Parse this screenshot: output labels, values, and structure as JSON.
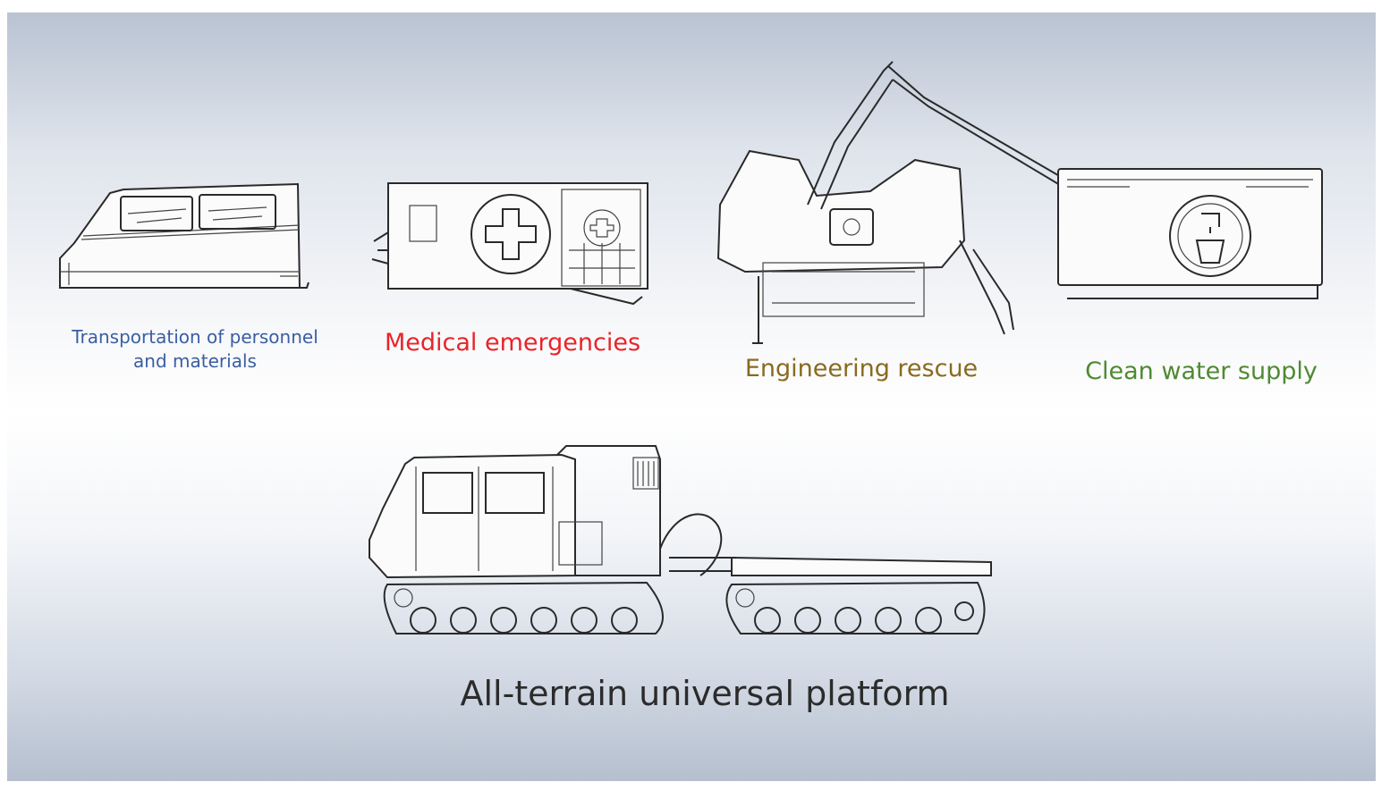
{
  "modules": {
    "transport": {
      "label": "Transportation of personnel\nand materials",
      "color": "#3a5ea3"
    },
    "medical": {
      "label": "Medical emergencies",
      "color": "#e8242a"
    },
    "engineering": {
      "label": "Engineering rescue",
      "color": "#8a6a1f"
    },
    "water": {
      "label": "Clean water supply",
      "color": "#4f8a32"
    }
  },
  "platform": {
    "label": "All-terrain universal platform"
  }
}
